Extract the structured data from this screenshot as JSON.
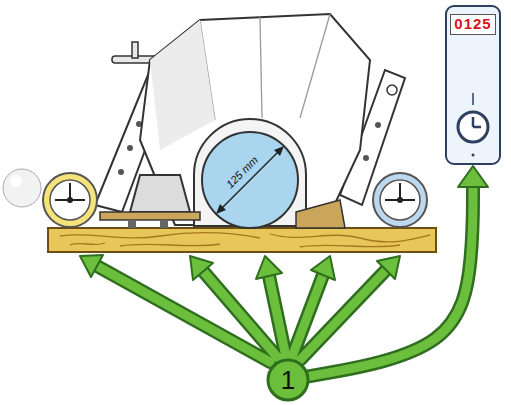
{
  "diagram": {
    "nodes": [
      {
        "text": [
          "0125"
        ]
      },
      {
        "text": [
          "1"
        ]
      }
    ],
    "edges": [
      {
        "from": 1,
        "to": 0,
        "arrow": "to"
      }
    ],
    "labels": [
      "125 mm"
    ]
  }
}
